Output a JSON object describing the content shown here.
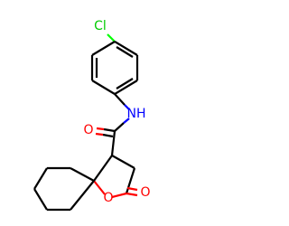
{
  "molecule": {
    "atoms": {
      "cl": {
        "text": "Cl",
        "color": "#00cc00"
      },
      "nh": {
        "text": "NH",
        "color": "#0000ff"
      },
      "o_carbonyl": {
        "text": "O",
        "color": "#ff0000"
      },
      "o_ring": {
        "text": "O",
        "color": "#ff0000"
      },
      "o_lactone": {
        "text": "O",
        "color": "#ff0000"
      }
    }
  }
}
